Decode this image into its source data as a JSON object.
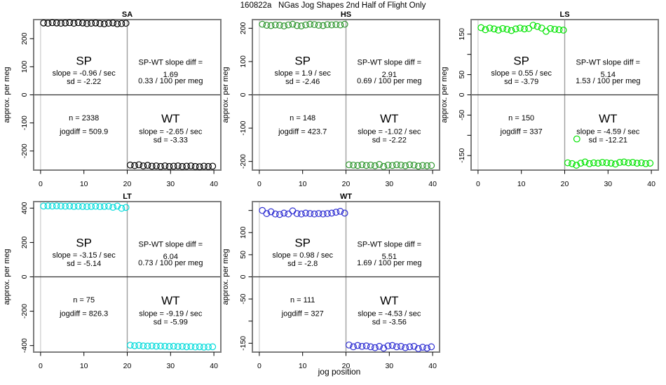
{
  "title": "160822a   NGas Jog Shapes 2nd Half of Flight Only",
  "xlabel": "jog position",
  "ylabel": "approx. per meg",
  "chart_data": {
    "type": "scatter",
    "layout": "5 panels in 2 rows x 3 cols, open-circle points, split at jog position 20 (SP left half, WT right half)",
    "shared": {
      "xlim": [
        -1.6,
        41.6
      ],
      "x_ticks": [
        0,
        10,
        20,
        30,
        40
      ],
      "x_tick_labels": [
        "0",
        "10",
        "20",
        "30",
        "40"
      ],
      "sp_x": [
        0.7,
        1.7,
        2.7,
        3.7,
        4.7,
        5.7,
        6.7,
        7.7,
        8.7,
        9.7,
        10.7,
        11.7,
        12.7,
        13.7,
        14.7,
        15.7,
        16.7,
        17.7,
        18.7,
        19.7
      ],
      "wt_x": [
        20.7,
        21.7,
        22.7,
        23.7,
        24.7,
        25.7,
        26.7,
        27.7,
        28.7,
        29.7,
        30.7,
        31.7,
        32.7,
        33.7,
        34.7,
        35.7,
        36.7,
        37.7,
        38.7,
        39.7
      ],
      "frame_color": "#7d7d7d",
      "divider_color": "#9e9e9e",
      "zero_line_color": "#303030",
      "x0_line_color": "#cfcfcf"
    },
    "panels": [
      {
        "panel": "SA",
        "color": "#000000",
        "ymax": 268,
        "y_ticks": [
          -200,
          -100,
          0,
          100,
          200
        ],
        "y_tick_labels": [
          "-200",
          "-100",
          "0",
          "100",
          "200"
        ],
        "sp_y": [
          256,
          255,
          257,
          256,
          255,
          256,
          257,
          255,
          257,
          256,
          254,
          255,
          256,
          254,
          253,
          255,
          256,
          253,
          254,
          255
        ],
        "wt_y": [
          -250,
          -252,
          -249,
          -253,
          -251,
          -254,
          -253,
          -255,
          -253,
          -255,
          -254,
          -253,
          -255,
          -254,
          -253,
          -255,
          -256,
          -254,
          -255,
          -254
        ],
        "extra_points": [],
        "labels": {
          "sp": "SP",
          "sp_slope": "slope = -0.96 / sec",
          "sp_sd": "sd = -2.22",
          "diff_header": "SP-WT slope diff =",
          "diff_value": "1.69",
          "diff_unit": "0.33 / 100 per meg",
          "n": "n = 2338",
          "jogdiff": "jogdiff = 509.9",
          "wt": "WT",
          "wt_slope": "slope = -2.65 / sec",
          "wt_sd": "sd = -3.33"
        }
      },
      {
        "panel": "HS",
        "color": "#2e962e",
        "ymax": 226,
        "y_ticks": [
          -200,
          -100,
          0,
          100,
          200
        ],
        "y_tick_labels": [
          "-200",
          "-100",
          "0",
          "100",
          "200"
        ],
        "sp_y": [
          212,
          209,
          208,
          210,
          209,
          207,
          210,
          212,
          208,
          207,
          210,
          212,
          211,
          209,
          208,
          211,
          210,
          211,
          210,
          212
        ],
        "wt_y": [
          -210,
          -211,
          -212,
          -210,
          -212,
          -211,
          -213,
          -209,
          -215,
          -211,
          -212,
          -210,
          -211,
          -213,
          -210,
          -211,
          -214,
          -212,
          -213,
          -212
        ],
        "extra_points": [],
        "labels": {
          "sp": "SP",
          "sp_slope": "slope = 1.9 / sec",
          "sp_sd": "sd = -2.46",
          "diff_header": "SP-WT slope diff =",
          "diff_value": "2.91",
          "diff_unit": "0.69 / 100 per meg",
          "n": "n = 148",
          "jogdiff": "jogdiff = 423.7",
          "wt": "WT",
          "wt_slope": "slope = -1.02 / sec",
          "wt_sd": "sd = -2.22"
        }
      },
      {
        "panel": "LS",
        "color": "#00e400",
        "ymax": 186,
        "y_ticks": [
          -150,
          -100,
          -50,
          0,
          50,
          100,
          150
        ],
        "y_tick_labels": [
          "-150",
          "",
          "-50",
          "0",
          "50",
          "",
          "150"
        ],
        "sp_y": [
          166,
          161,
          165,
          163,
          160,
          164,
          162,
          159,
          163,
          165,
          163,
          164,
          172,
          169,
          165,
          157,
          164,
          162,
          161,
          160
        ],
        "wt_y": [
          -168,
          -170,
          -174,
          -169,
          -166,
          -170,
          -168,
          -169,
          -167,
          -168,
          -169,
          -171,
          -167,
          -166,
          -168,
          -167,
          -169,
          -168,
          -170,
          -169
        ],
        "extra_points": [
          {
            "x": 22.8,
            "y": -109
          }
        ],
        "labels": {
          "sp": "SP",
          "sp_slope": "slope = 0.55 / sec",
          "sp_sd": "sd = -3.79",
          "diff_header": "SP-WT slope diff =",
          "diff_value": "5.14",
          "diff_unit": "1.53 / 100 per meg",
          "n": "n = 150",
          "jogdiff": "jogdiff = 337",
          "wt": "WT",
          "wt_slope": "slope = -4.59 / sec",
          "wt_sd": "sd = -12.21"
        }
      },
      {
        "panel": "LT",
        "color": "#00dbdb",
        "ymax": 438,
        "y_ticks": [
          -400,
          -200,
          0,
          200,
          400
        ],
        "y_tick_labels": [
          "-400",
          "-200",
          "0",
          "200",
          "400"
        ],
        "sp_y": [
          412,
          413,
          412,
          413,
          412,
          411,
          412,
          410,
          411,
          410,
          409,
          410,
          411,
          409,
          410,
          411,
          405,
          412,
          399,
          404
        ],
        "wt_y": [
          -398,
          -401,
          -399,
          -402,
          -403,
          -402,
          -404,
          -403,
          -404,
          -405,
          -404,
          -406,
          -405,
          -407,
          -406,
          -408,
          -407,
          -409,
          -408,
          -407
        ],
        "extra_points": [],
        "labels": {
          "sp": "SP",
          "sp_slope": "slope = -3.15 / sec",
          "sp_sd": "sd = -5.14",
          "diff_header": "SP-WT slope diff =",
          "diff_value": "6.04",
          "diff_unit": "0.73 / 100 per meg",
          "n": "n = 75",
          "jogdiff": "jogdiff = 826.3",
          "wt": "WT",
          "wt_slope": "slope = -9.19 / sec",
          "wt_sd": "sd = -5.99"
        }
      },
      {
        "panel": "WT",
        "color": "#2d2dd2",
        "ymax": 170,
        "y_ticks": [
          -150,
          -100,
          -50,
          0,
          50,
          100,
          150
        ],
        "y_tick_labels": [
          "-150",
          "",
          "-50",
          "0",
          "50",
          "100",
          ""
        ],
        "sp_y": [
          150,
          143,
          147,
          142,
          141,
          144,
          142,
          149,
          143,
          142,
          144,
          143,
          142,
          143,
          142,
          143,
          144,
          146,
          148,
          144
        ],
        "wt_y": [
          -154,
          -158,
          -155,
          -157,
          -156,
          -158,
          -160,
          -157,
          -161,
          -156,
          -155,
          -158,
          -157,
          -160,
          -158,
          -157,
          -162,
          -159,
          -161,
          -158
        ],
        "extra_points": [],
        "labels": {
          "sp": "SP",
          "sp_slope": "slope = 0.98 / sec",
          "sp_sd": "sd = -2.8",
          "diff_header": "SP-WT slope diff =",
          "diff_value": "5.51",
          "diff_unit": "1.69 / 100 per meg",
          "n": "n = 111",
          "jogdiff": "jogdiff = 327",
          "wt": "WT",
          "wt_slope": "slope = -4.53 / sec",
          "wt_sd": "sd = -3.56"
        }
      }
    ]
  }
}
